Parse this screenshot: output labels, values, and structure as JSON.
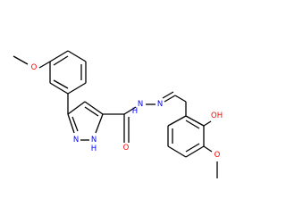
{
  "structure": {
    "atom_labels": {
      "methoxy_left_O": "O",
      "pyrazole_N1": "N",
      "pyrazole_NH": "N",
      "pyrazole_NH_H": "H",
      "amide_O": "O",
      "hydrazide_NH": "N",
      "hydrazide_NH_H": "H",
      "hydrazone_N": "N",
      "hydroxy": "OH",
      "methoxy_right_O": "O"
    },
    "colors": {
      "bond": "#000000",
      "oxygen": "#ff0000",
      "nitrogen": "#0000ff"
    }
  }
}
